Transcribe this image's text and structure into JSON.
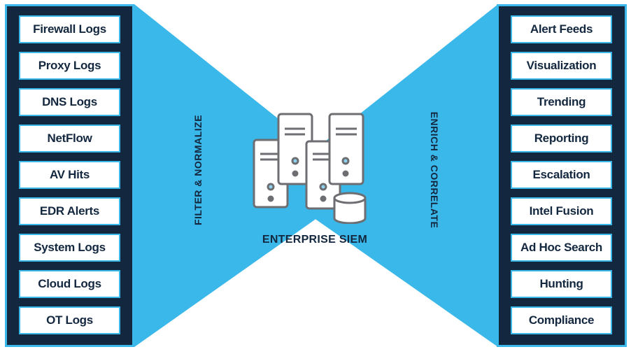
{
  "inputs": [
    "Firewall Logs",
    "Proxy Logs",
    "DNS Logs",
    "NetFlow",
    "AV Hits",
    "EDR Alerts",
    "System Logs",
    "Cloud Logs",
    "OT Logs"
  ],
  "outputs": [
    "Alert Feeds",
    "Visualization",
    "Trending",
    "Reporting",
    "Escalation",
    "Intel Fusion",
    "Ad Hoc Search",
    "Hunting",
    "Compliance"
  ],
  "left_stage_label": "FILTER & NORMALIZE",
  "right_stage_label": "ENRICH & CORRELATE",
  "center_label": "ENTERPRISE SIEM",
  "colors": {
    "navy": "#13273f",
    "cyan": "#3bb8ea",
    "server_stroke": "#6d6e71"
  }
}
